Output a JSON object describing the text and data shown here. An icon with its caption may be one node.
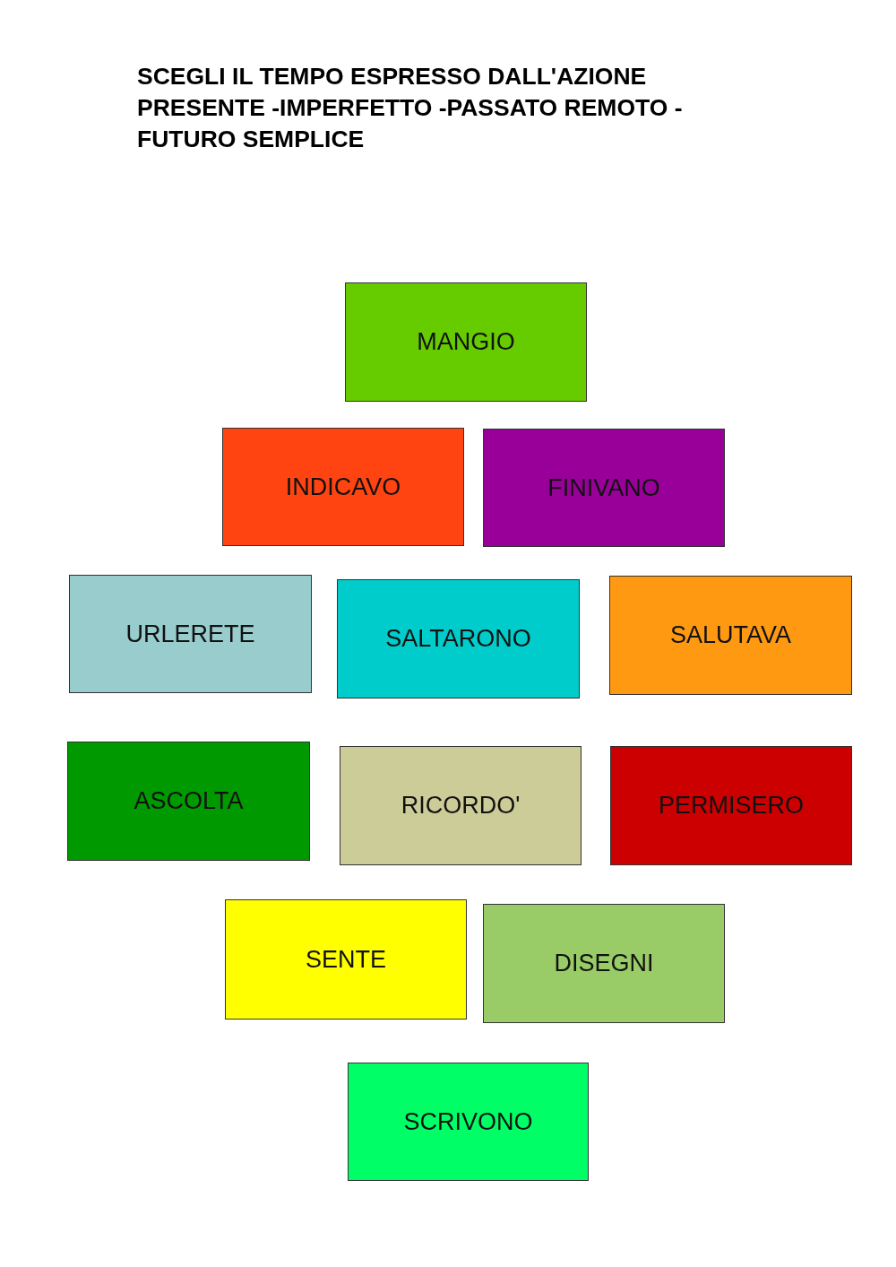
{
  "diagram": {
    "title": "SCEGLI IL TEMPO ESPRESSO DALL'AZIONE PRESENTE -IMPERFETTO -PASSATO REMOTO -FUTURO SEMPLICE",
    "nodes": [
      {
        "text": [
          "MANGIO"
        ]
      },
      {
        "text": [
          "INDICAVO"
        ]
      },
      {
        "text": [
          "FINIVANO"
        ]
      },
      {
        "text": [
          "URLERETE"
        ]
      },
      {
        "text": [
          "SALTARONO"
        ]
      },
      {
        "text": [
          "SALUTAVA"
        ]
      },
      {
        "text": [
          "ASCOLTA"
        ]
      },
      {
        "text": [
          "RICORDO'"
        ]
      },
      {
        "text": [
          "PERMISERO"
        ]
      },
      {
        "text": [
          "SENTE"
        ]
      },
      {
        "text": [
          "DISEGNI"
        ]
      },
      {
        "text": [
          "SCRIVONO"
        ]
      }
    ]
  }
}
